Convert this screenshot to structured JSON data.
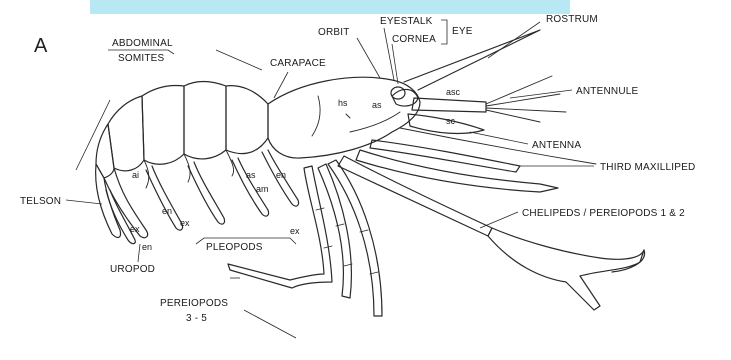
{
  "header_band_color": "#7fd6ec",
  "panel_letter": "A",
  "labels": {
    "abdominal_somites_1": "ABDOMINAL",
    "abdominal_somites_2": "SOMITES",
    "carapace": "CARAPACE",
    "orbit": "ORBIT",
    "eyestalk": "EYESTALK",
    "cornea": "CORNEA",
    "eye": "EYE",
    "rostrum": "ROSTRUM",
    "antennule": "ANTENNULE",
    "antenna": "ANTENNA",
    "third_maxilliped": "THIRD  MAXILLIPED",
    "chelipeds": "CHELIPEDS / PEREIOPODS  1 & 2",
    "telson": "TELSON",
    "uropod": "UROPOD",
    "pleopods": "PLEOPODS",
    "pereiopods_1": "PEREIOPODS",
    "pereiopods_2": "3 - 5",
    "hs": "hs",
    "as_head": "as",
    "asc": "asc",
    "sc": "sc",
    "ai": "ai",
    "ex_1": "ex",
    "ex_2": "ex",
    "ex_3": "ex",
    "en_1": "en",
    "en_2": "en",
    "en_3": "en",
    "as_pleo": "as",
    "am": "am"
  }
}
